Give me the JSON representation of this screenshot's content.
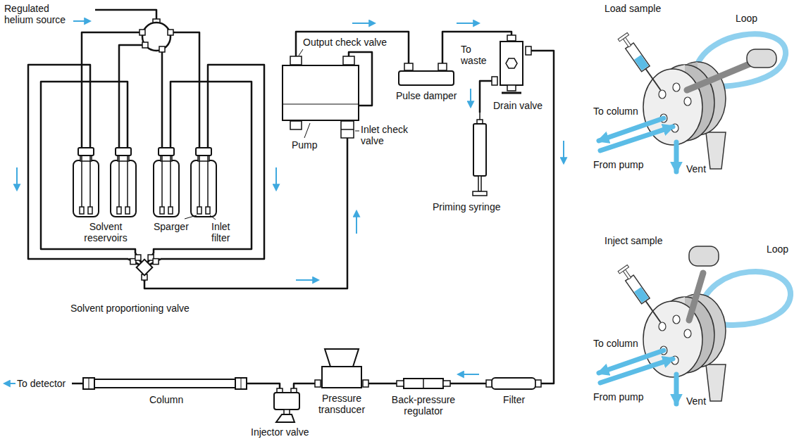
{
  "diagram": {
    "nodes": [
      {
        "text": [
          "Solvent proportioning valve"
        ]
      },
      {
        "text": [
          "Pump"
        ]
      },
      {
        "text": [
          "Pulse damper"
        ]
      },
      {
        "text": [
          "Drain valve"
        ]
      },
      {
        "text": [
          "Priming syringe"
        ]
      },
      {
        "text": [
          "Filter"
        ]
      },
      {
        "text": [
          "Back-pressure regulator"
        ]
      },
      {
        "text": [
          "Pressure transducer"
        ]
      },
      {
        "text": [
          "Injector valve"
        ]
      },
      {
        "text": [
          "Column"
        ]
      }
    ],
    "edges": [
      {
        "from": 0,
        "to": 1,
        "arrow": "none"
      },
      {
        "from": 1,
        "to": 2,
        "arrow": "none"
      },
      {
        "from": 2,
        "to": 3,
        "arrow": "none"
      },
      {
        "from": 3,
        "to": 4,
        "arrow": "none"
      },
      {
        "from": 3,
        "to": 5,
        "arrow": "none"
      },
      {
        "from": 5,
        "to": 6,
        "arrow": "none"
      },
      {
        "from": 6,
        "to": 7,
        "arrow": "none"
      },
      {
        "from": 7,
        "to": 8,
        "arrow": "none"
      },
      {
        "from": 8,
        "to": 9,
        "arrow": "none"
      }
    ],
    "labels": [
      "Regulated helium source",
      "Output check valve",
      "To waste",
      "Solvent reservoirs",
      "Sparger",
      "Inlet filter",
      "Inlet check valve",
      "To detector",
      "Load sample",
      "Loop",
      "To column",
      "From pump",
      "Vent",
      "Inject sample",
      "Loop",
      "To column",
      "From pump",
      "Vent"
    ]
  }
}
